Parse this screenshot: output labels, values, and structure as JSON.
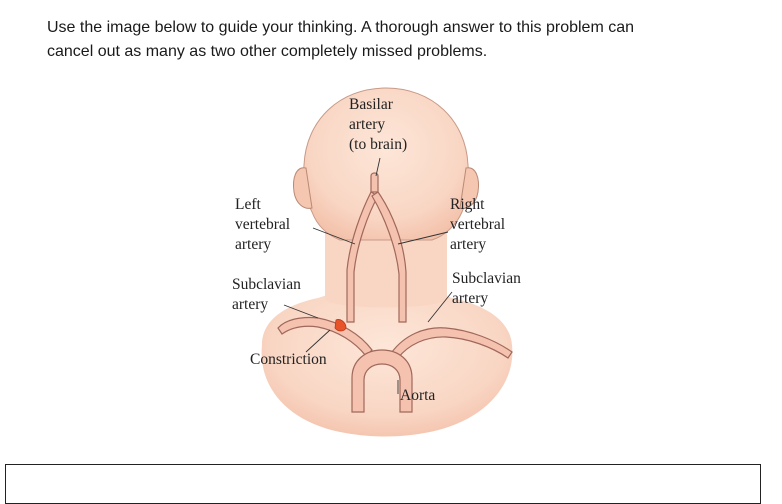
{
  "question": {
    "text_line1": "Use the image below to guide your thinking.  A thorough answer to this problem can",
    "text_line2": "cancel out as many as two other completely missed problems."
  },
  "diagram": {
    "labels": {
      "basilar_l1": "Basilar",
      "basilar_l2": "artery",
      "basilar_l3": "(to brain)",
      "left_vert_l1": "Left",
      "left_vert_l2": "vertebral",
      "left_vert_l3": "artery",
      "right_vert_l1": "Right",
      "right_vert_l2": "vertebral",
      "right_vert_l3": "artery",
      "left_subclavian_l1": "Subclavian",
      "left_subclavian_l2": "artery",
      "right_subclavian_l1": "Subclavian",
      "right_subclavian_l2": "artery",
      "constriction": "Constriction",
      "aorta": "Aorta"
    },
    "colors": {
      "skin": "#f9d6c4",
      "skin_shadow": "#f2b9a0",
      "outline": "#8a6a5c",
      "artery_fill": "#f6c2b0",
      "artery_stroke": "#a0685a",
      "constriction": "#e8542a"
    }
  },
  "answer": {
    "value": ""
  }
}
